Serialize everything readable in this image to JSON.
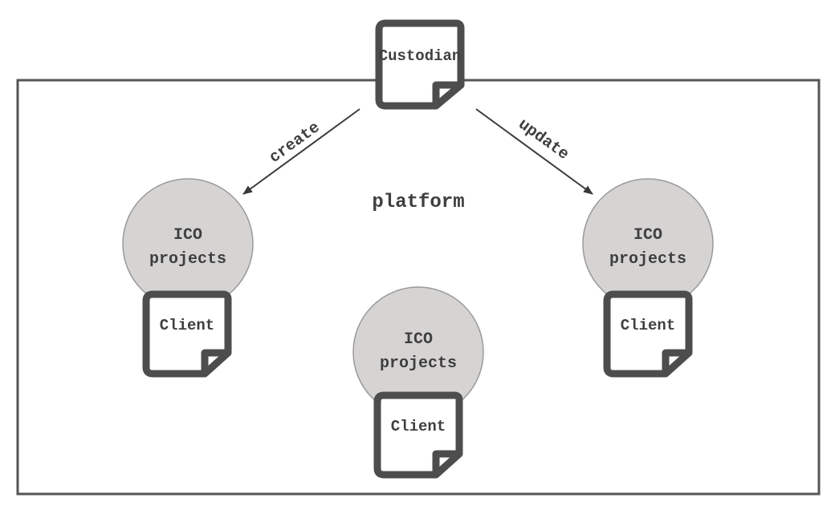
{
  "colors": {
    "frame": "#555555",
    "doc_stroke": "#4d4d4d",
    "circle_fill": "#d6d3d3",
    "circle_stroke": "#9a9a9a",
    "text": "#3f3f3f",
    "arrow": "#3a3a3a"
  },
  "platform": {
    "label": "platform"
  },
  "custodian": {
    "label": "Custodian",
    "icon": "document-icon"
  },
  "arrows": {
    "create": {
      "label": "create"
    },
    "update": {
      "label": "update"
    }
  },
  "clients": [
    {
      "project_label_line1": "ICO",
      "project_label_line2": "projects",
      "client_label": "Client"
    },
    {
      "project_label_line1": "ICO",
      "project_label_line2": "projects",
      "client_label": "Client"
    },
    {
      "project_label_line1": "ICO",
      "project_label_line2": "projects",
      "client_label": "Client"
    }
  ]
}
